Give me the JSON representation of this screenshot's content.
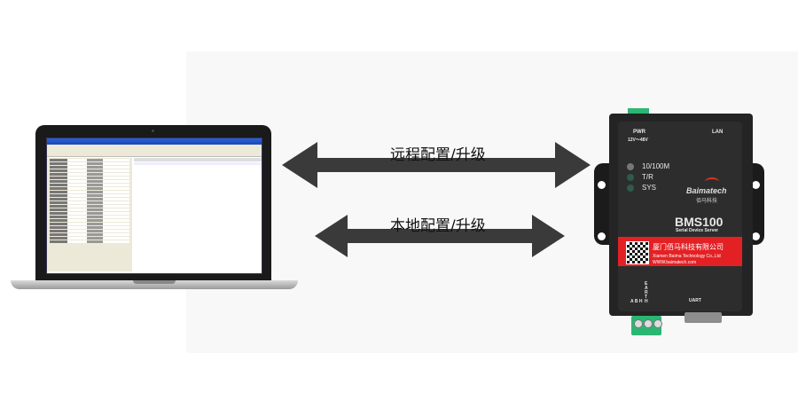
{
  "arrows": {
    "remote_label": "远程配置/升级",
    "local_label": "本地配置/升级",
    "color": "#3a3a3a"
  },
  "device": {
    "pwr_label": "PWR",
    "voltage": "12V～48V",
    "lan_label": "LAN",
    "leds": [
      {
        "label": "10/100M",
        "color": "#777777"
      },
      {
        "label": "T/R",
        "color": "#2f5a4e"
      },
      {
        "label": "SYS",
        "color": "#2f5a4e"
      }
    ],
    "brand": "Baimatech",
    "brand_cn": "佰马科技",
    "model": "BMS100",
    "subtitle": "Serial Device Server",
    "company_cn": "厦门佰马科技有限公司",
    "company_en": "Xiamen Baima Technology Co.,Ltd",
    "website": "WWW.baimatech.com",
    "earth_label": "EARTH",
    "terminal_labels": "A B H",
    "uart_label": "UART",
    "band_color": "#e32125"
  }
}
